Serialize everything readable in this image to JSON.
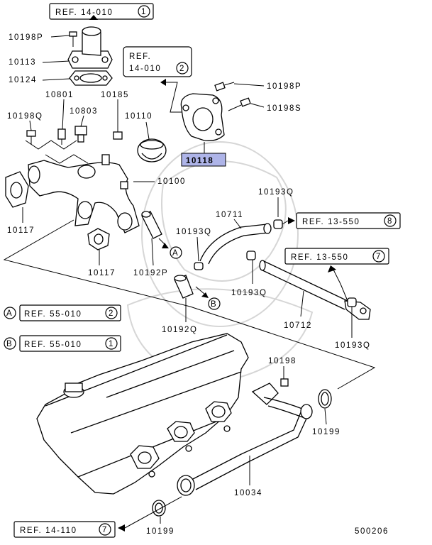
{
  "diagram_id": "500206",
  "highlight_color": "#aeb4e8",
  "parts": {
    "p10198P_top": "10198P",
    "p10113": "10113",
    "p10124": "10124",
    "p10801": "10801",
    "p10185": "10185",
    "p10198Q": "10198Q",
    "p10803": "10803",
    "p10110": "10110",
    "p10118": "10118",
    "p10198P_right": "10198P",
    "p10198S": "10198S",
    "p10100": "10100",
    "p10193Q_a": "10193Q",
    "p10711": "10711",
    "p10117_left": "10117",
    "p10193Q_b": "10193Q",
    "p10117_mid": "10117",
    "p10192P": "10192P",
    "p10193Q_c": "10193Q",
    "p10712": "10712",
    "p10193Q_d": "10193Q",
    "p10192Q": "10192Q",
    "p10198": "10198",
    "p10199_right": "10199",
    "p10034": "10034",
    "p10199_bottom": "10199"
  },
  "refs": {
    "ref_14_010_1": {
      "label": "REF. 14-010",
      "num": "1"
    },
    "ref_14_010_2_line1": "REF.",
    "ref_14_010_2_line2": "14-010",
    "ref_14_010_2_num": "2",
    "ref_13_550_8": {
      "label": "REF. 13-550",
      "num": "8"
    },
    "ref_13_550_7": {
      "label": "REF. 13-550",
      "num": "7"
    },
    "ref_55_010_2": {
      "label": "REF. 55-010",
      "num": "2"
    },
    "ref_55_010_1": {
      "label": "REF. 55-010",
      "num": "1"
    },
    "ref_14_110_7": {
      "label": "REF. 14-110",
      "num": "7"
    }
  },
  "markers": {
    "A": "A",
    "B": "B"
  }
}
